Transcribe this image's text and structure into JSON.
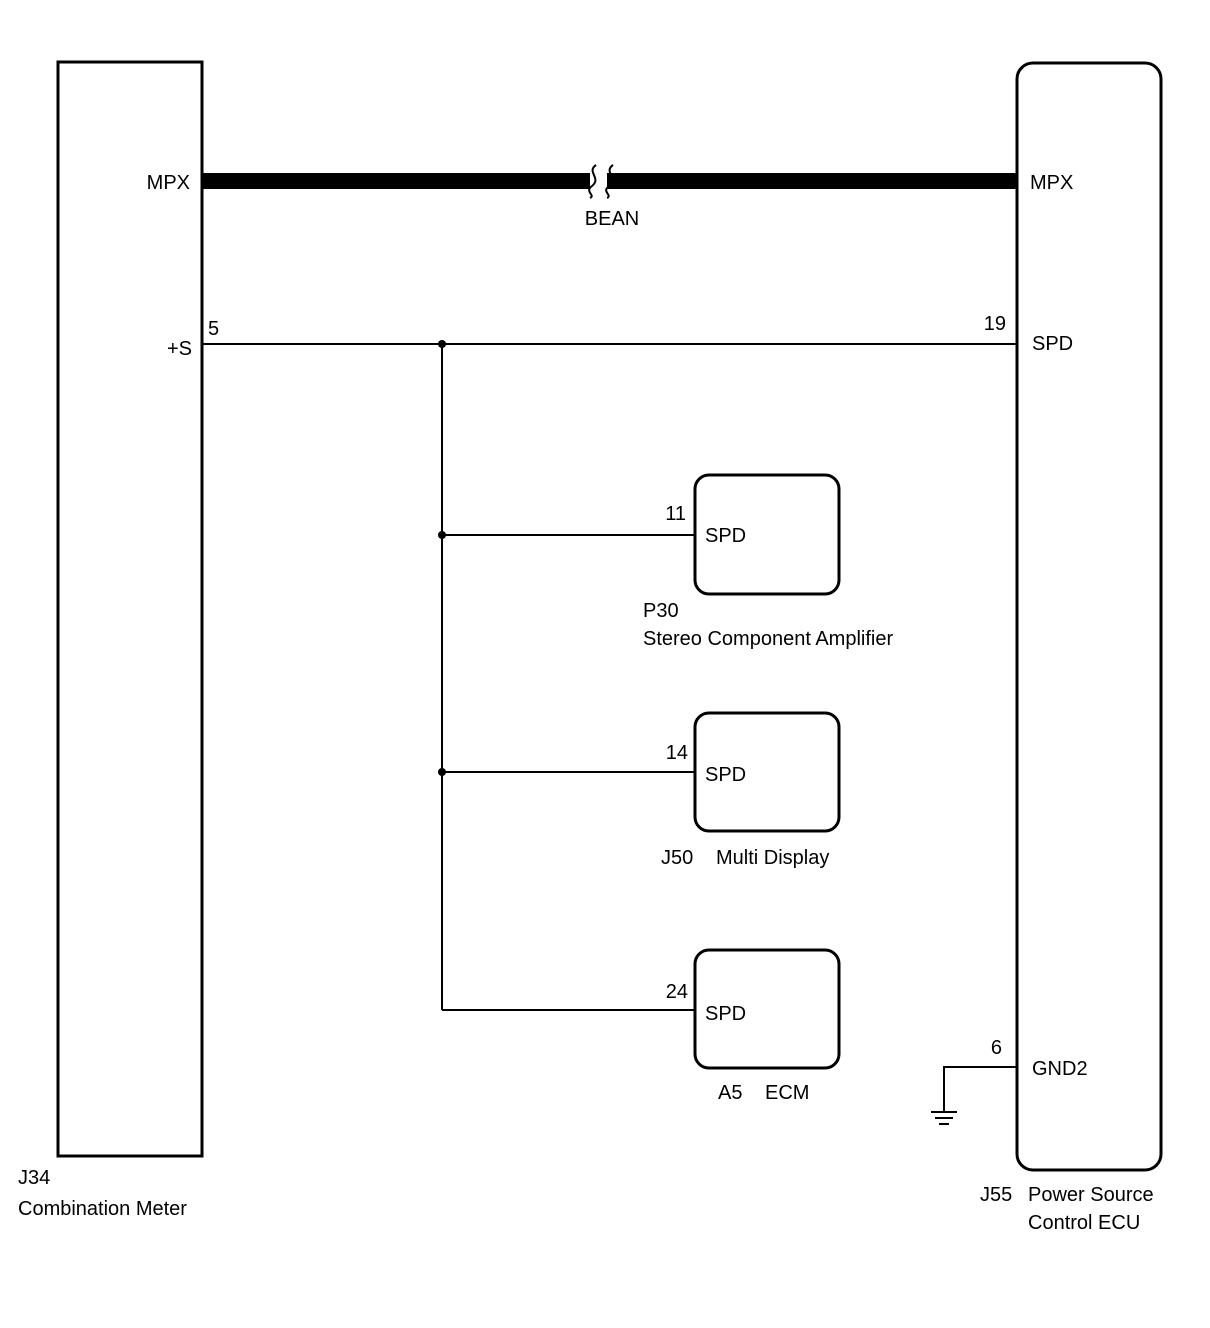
{
  "left_component": {
    "code": "J34",
    "name": "Combination Meter",
    "pins": {
      "mpx": "MPX",
      "plus_s": "+S",
      "plus_s_num": "5"
    }
  },
  "right_component": {
    "code": "J55",
    "name_line1": "Power Source",
    "name_line2": "Control ECU",
    "pins": {
      "mpx": "MPX",
      "spd": "SPD",
      "spd_num": "19",
      "gnd": "GND2",
      "gnd_num": "6"
    }
  },
  "bus_label": "BEAN",
  "modules": [
    {
      "pin_num": "11",
      "pin": "SPD",
      "code": "P30",
      "name": "Stereo Component Amplifier"
    },
    {
      "pin_num": "14",
      "pin": "SPD",
      "code": "J50",
      "name": "Multi Display"
    },
    {
      "pin_num": "24",
      "pin": "SPD",
      "code": "A5",
      "name": "ECM"
    }
  ]
}
